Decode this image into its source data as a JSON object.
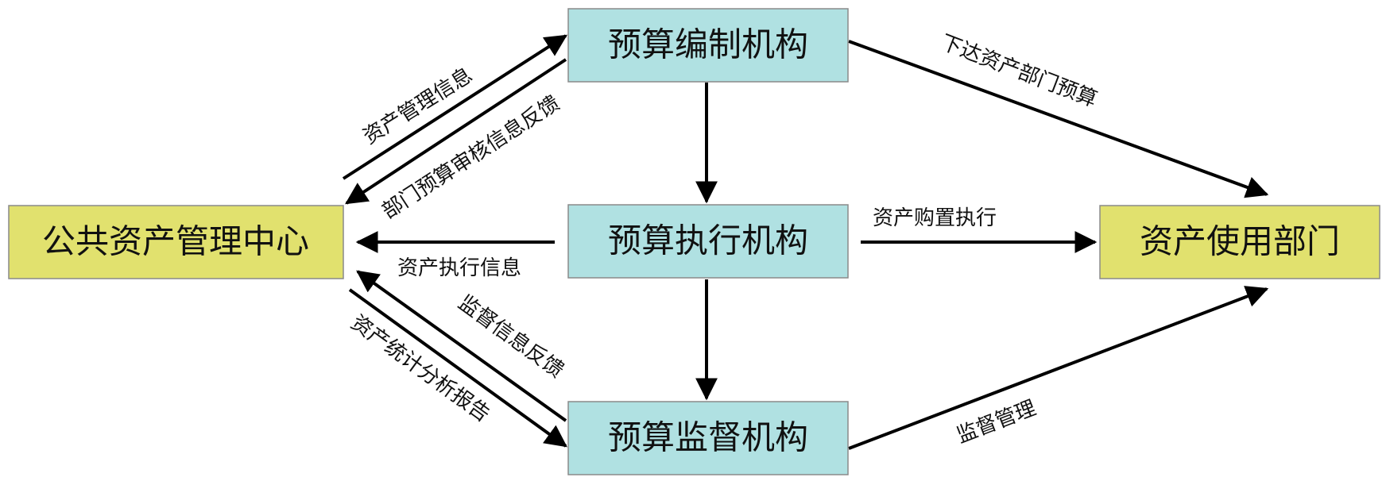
{
  "colors": {
    "yellow_box": "#E1E16E",
    "cyan_box": "#B0E1E2",
    "box_border": "#8A8A8A",
    "line": "#000000"
  },
  "nodes": {
    "compile": "预算编制机构",
    "execute": "预算执行机构",
    "supervise": "预算监督机构",
    "center": "公共资产管理中心",
    "user_dept": "资产使用部门"
  },
  "edges": {
    "asset_mgmt_info": "资产管理信息",
    "dept_budget_review_feedback": "部门预算审核信息反馈",
    "issue_dept_budget": "下达资产部门预算",
    "asset_purchase_exec": "资产购置执行",
    "asset_exec_info": "资产执行信息",
    "supervision_feedback": "监督信息反馈",
    "asset_stats_report": "资产统计分析报告",
    "supervision_mgmt": "监督管理"
  }
}
